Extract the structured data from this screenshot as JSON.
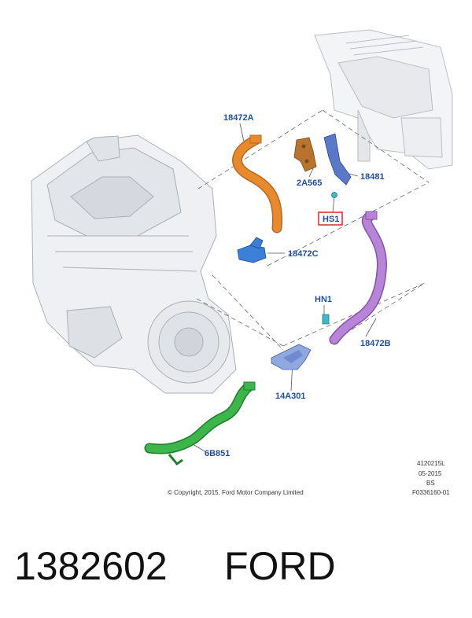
{
  "callouts": {
    "c18472A": "18472A",
    "c2A565": "2A565",
    "c18481": "18481",
    "cHS1": "HS1",
    "c18472C": "18472C",
    "cHN1": "HN1",
    "c18472B": "18472B",
    "c14A301": "14A301",
    "c6B851": "6B851"
  },
  "meta": {
    "line1": "4120215L",
    "line2": "05-2015",
    "line3": "BS",
    "line4": "F0336160-01"
  },
  "copyright": "© Copyright, 2015, Ford Motor Company Limited",
  "footer": {
    "part_number": "1382602",
    "brand": "FORD"
  },
  "colors": {
    "callout": "#1f4e9c",
    "hose_orange": "#e8892e",
    "hose_purple": "#b884d8",
    "hose_green": "#3cb54a",
    "bracket_blue": "#5a78c8",
    "bracket_brown": "#b8732e",
    "highlight_box": "#d9262c"
  }
}
